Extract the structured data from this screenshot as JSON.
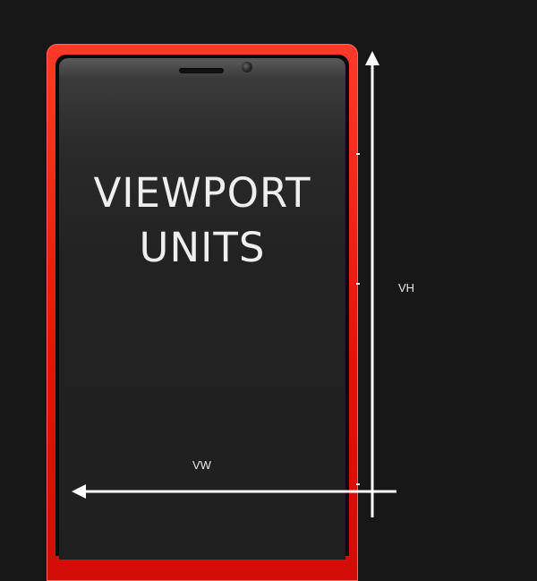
{
  "headline": {
    "line1": "VIEWPORT",
    "line2": "UNITS"
  },
  "labels": {
    "vh": "VH",
    "vw": "VW"
  },
  "colors": {
    "background": "#171717",
    "phone_red": "#e4120a",
    "screen": "#222222",
    "arrow": "#ffffff",
    "text": "#efefef"
  },
  "icons": [
    "speaker-grille",
    "front-camera",
    "vertical-arrow",
    "horizontal-arrow"
  ]
}
